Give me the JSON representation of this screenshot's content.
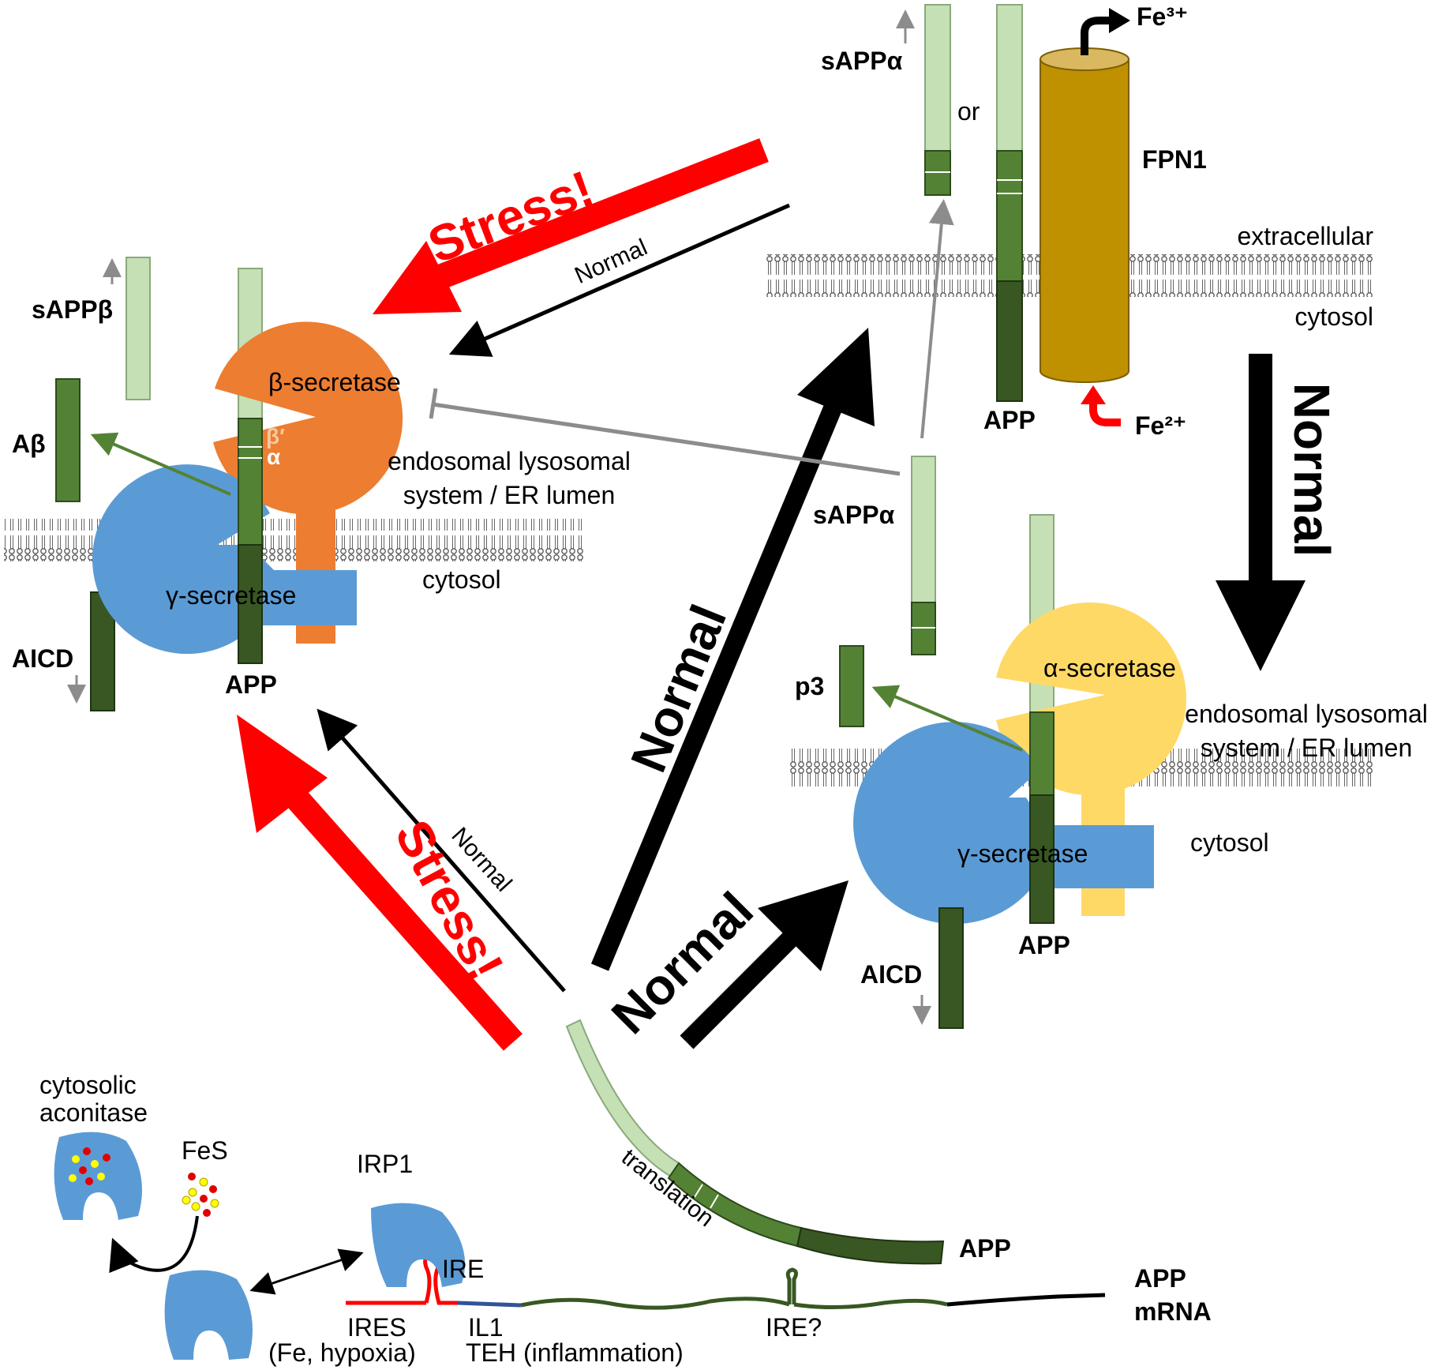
{
  "colors": {
    "stress": "#ff0000",
    "normal": "#000000",
    "inhibit": "#8c8c8c",
    "app_light": "#c5e0b4",
    "app_mid": "#548235",
    "app_dark": "#385723",
    "beta_secretase": "#ed7d31",
    "alpha_secretase": "#ffd966",
    "gamma_secretase": "#5b9bd5",
    "fpn1": "#bf9000",
    "fpn1_top": "#d9b860",
    "mrna_green": "#385723",
    "mrna_red": "#ff0000",
    "mrna_blue": "#2f5597"
  },
  "labels": {
    "stress": "Stress!",
    "normal": "Normal",
    "sappa": "sAPPα",
    "sappb": "sAPPβ",
    "abeta": "Aβ",
    "aicd": "AICD",
    "app": "APP",
    "p3": "p3",
    "or": "or",
    "fpn1": "FPN1",
    "fe3": "Fe³⁺",
    "fe2": "Fe²⁺",
    "extracellular": "extracellular",
    "cytosol": "cytosol",
    "beta_secretase": "β-secretase",
    "alpha_secretase": "α-secretase",
    "gamma_secretase": "γ-secretase",
    "endosomal_line1": "endosomal lysosomal",
    "endosomal_line2": "system / ER lumen",
    "beta_prime": "β′",
    "alpha_site": "α",
    "translation": "translation",
    "cytosolic_line1": "cytosolic",
    "cytosolic_line2": "aconitase",
    "fes": "FeS",
    "irp1": "IRP1",
    "ire": "IRE",
    "ire_q": "IRE?",
    "ires": "IRES",
    "fe_hypoxia": "(Fe, hypoxia)",
    "il1": "IL1",
    "teh": "TEH",
    "inflammation": "(inflammation)",
    "app_line1": "APP",
    "mrna": "mRNA"
  }
}
